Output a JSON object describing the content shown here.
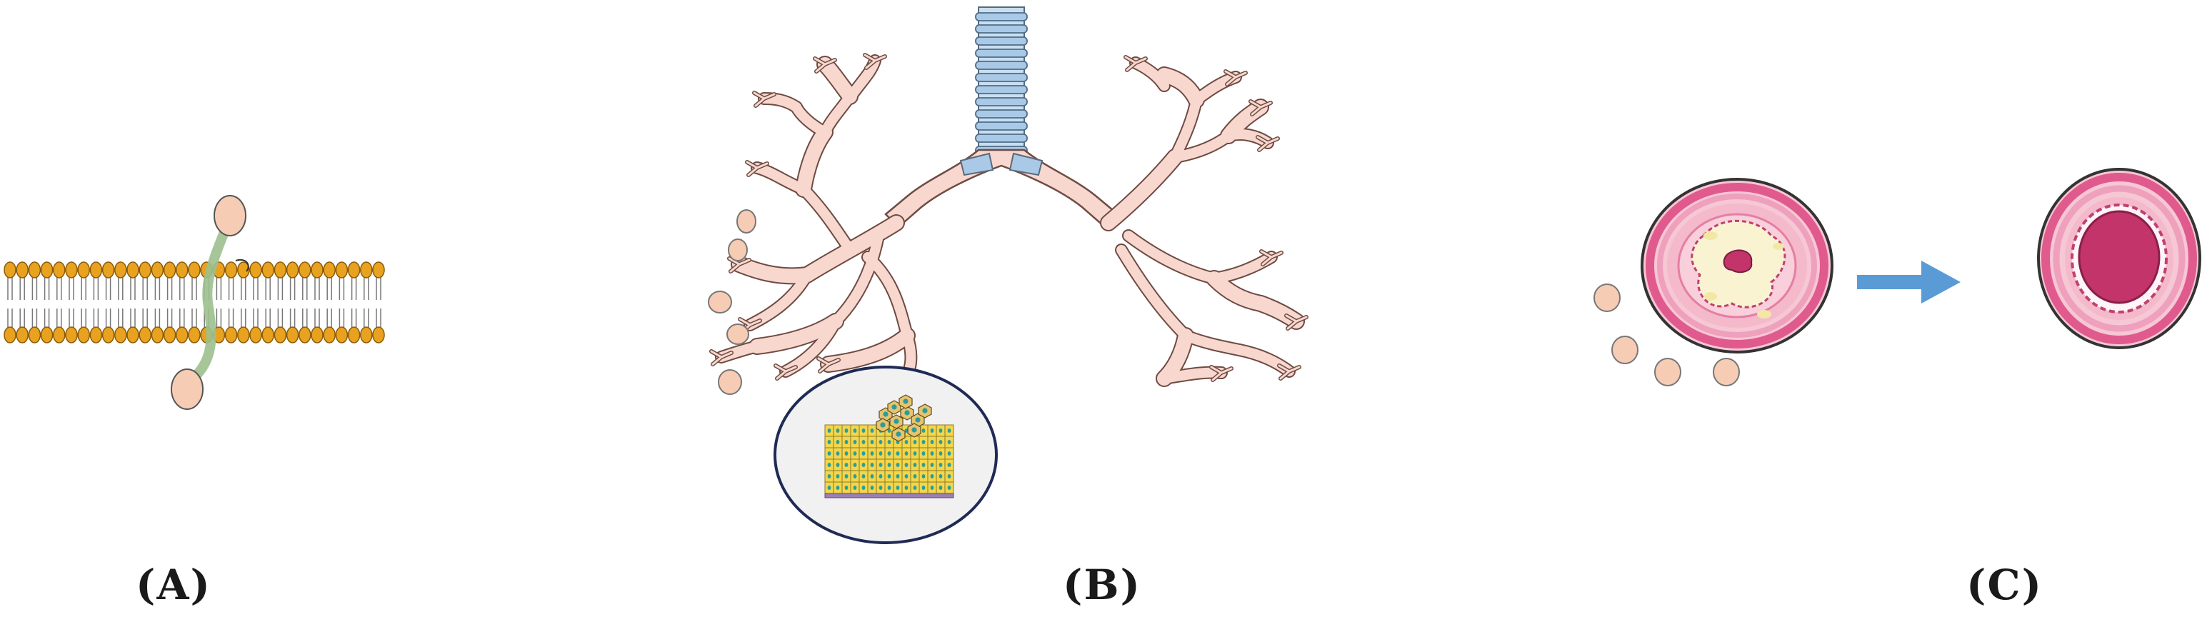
{
  "panels": [
    {
      "id": "A",
      "label": "(A)"
    },
    {
      "id": "B",
      "label": "(B)"
    },
    {
      "id": "C",
      "label": "(C)"
    }
  ],
  "colors": {
    "lipid_head": "#e9a21f",
    "lipid_head_stroke": "#8a5a06",
    "protein_strand": "#9cc08e",
    "antigen_bead": "#f7ccb4",
    "airway_fill": "#f8d8ce",
    "airway_stroke": "#6e4b43",
    "trachea_ring": "#a9c9e6",
    "inset_bg": "#f1f1f1",
    "epithelium_cell": "#f2d64b",
    "vessel_wall": "#e57ea4",
    "lumen": "#c2346a",
    "arrow": "#5b9bd5"
  },
  "icons": [
    "lipid-bilayer-icon",
    "bronchial-tree-icon",
    "epithelium-inset-icon",
    "vessel-cross-section-icon",
    "right-arrow-icon"
  ]
}
